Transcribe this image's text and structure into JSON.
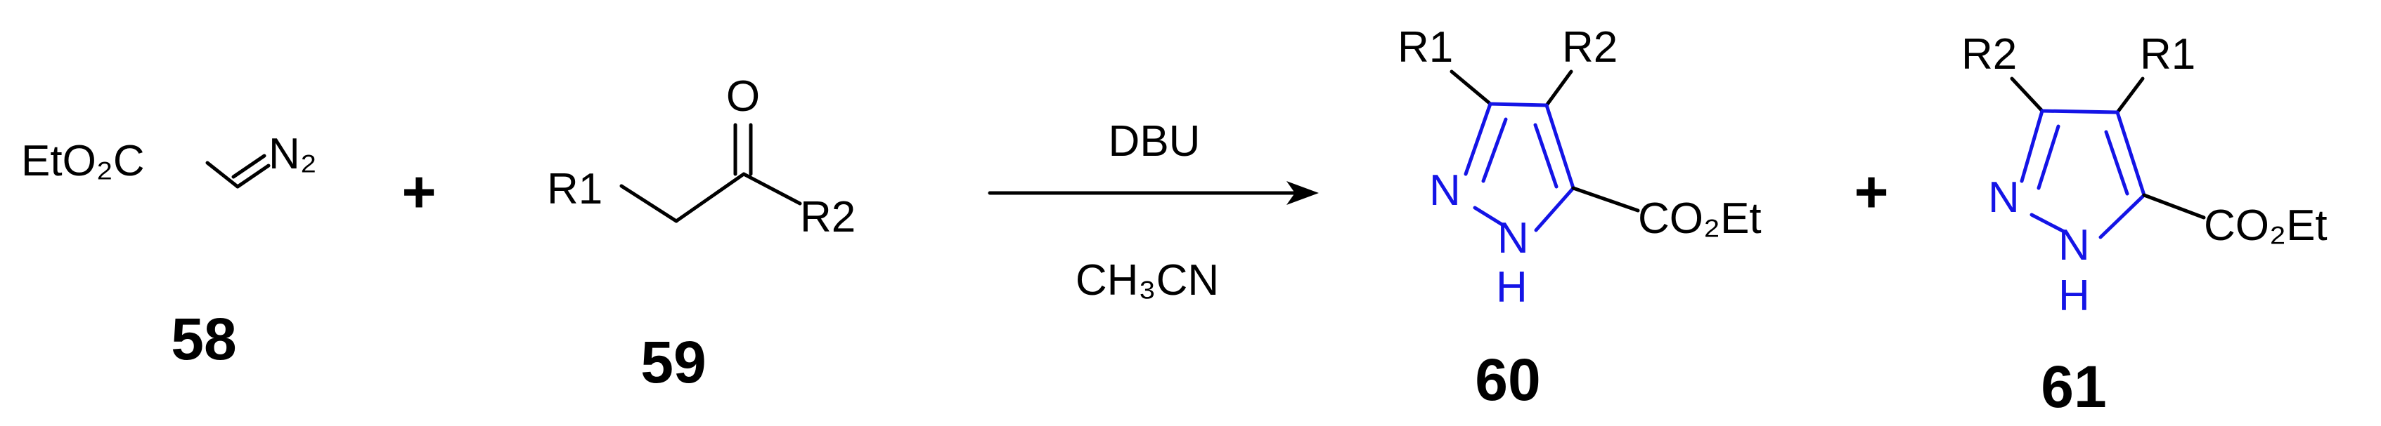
{
  "compounds": {
    "c58": {
      "formula": "EtO₂C",
      "n2": "N₂",
      "number": "58"
    },
    "c59": {
      "r1": "R1",
      "oxygen": "O",
      "r2": "R2",
      "number": "59"
    },
    "c60": {
      "top_left": "R1",
      "top_right": "R2",
      "n": "N",
      "nh": "N",
      "h": "H",
      "ester": "CO₂Et",
      "number": "60"
    },
    "c61": {
      "top_left": "R2",
      "top_right": "R1",
      "n": "N",
      "nh": "N",
      "h": "H",
      "ester": "CO₂Et",
      "number": "61"
    }
  },
  "operators": {
    "plus1": "+",
    "plus2": "+"
  },
  "conditions": {
    "reagent": "DBU",
    "solvent": "CH₃CN"
  },
  "colors": {
    "heteroatom_ring": "#1414e6",
    "ink": "#000000",
    "background": "#ffffff"
  }
}
